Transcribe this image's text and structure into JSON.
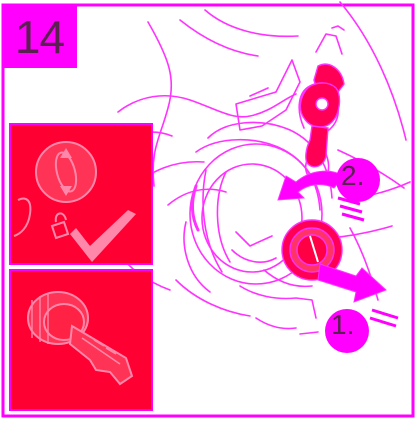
{
  "step": {
    "number": "14"
  },
  "callouts": [
    {
      "label": "1."
    },
    {
      "label": "2."
    }
  ],
  "icons": {
    "adjust": "vertical-adjust-arrows-icon",
    "check": "checkmark-icon",
    "lock": "padlock-icon",
    "key": "key-cylinder-icon"
  },
  "colors": {
    "accent": "#ff00ff",
    "panel": "#ff0033",
    "outline": "#ff33ff",
    "text": "#5a2050"
  }
}
